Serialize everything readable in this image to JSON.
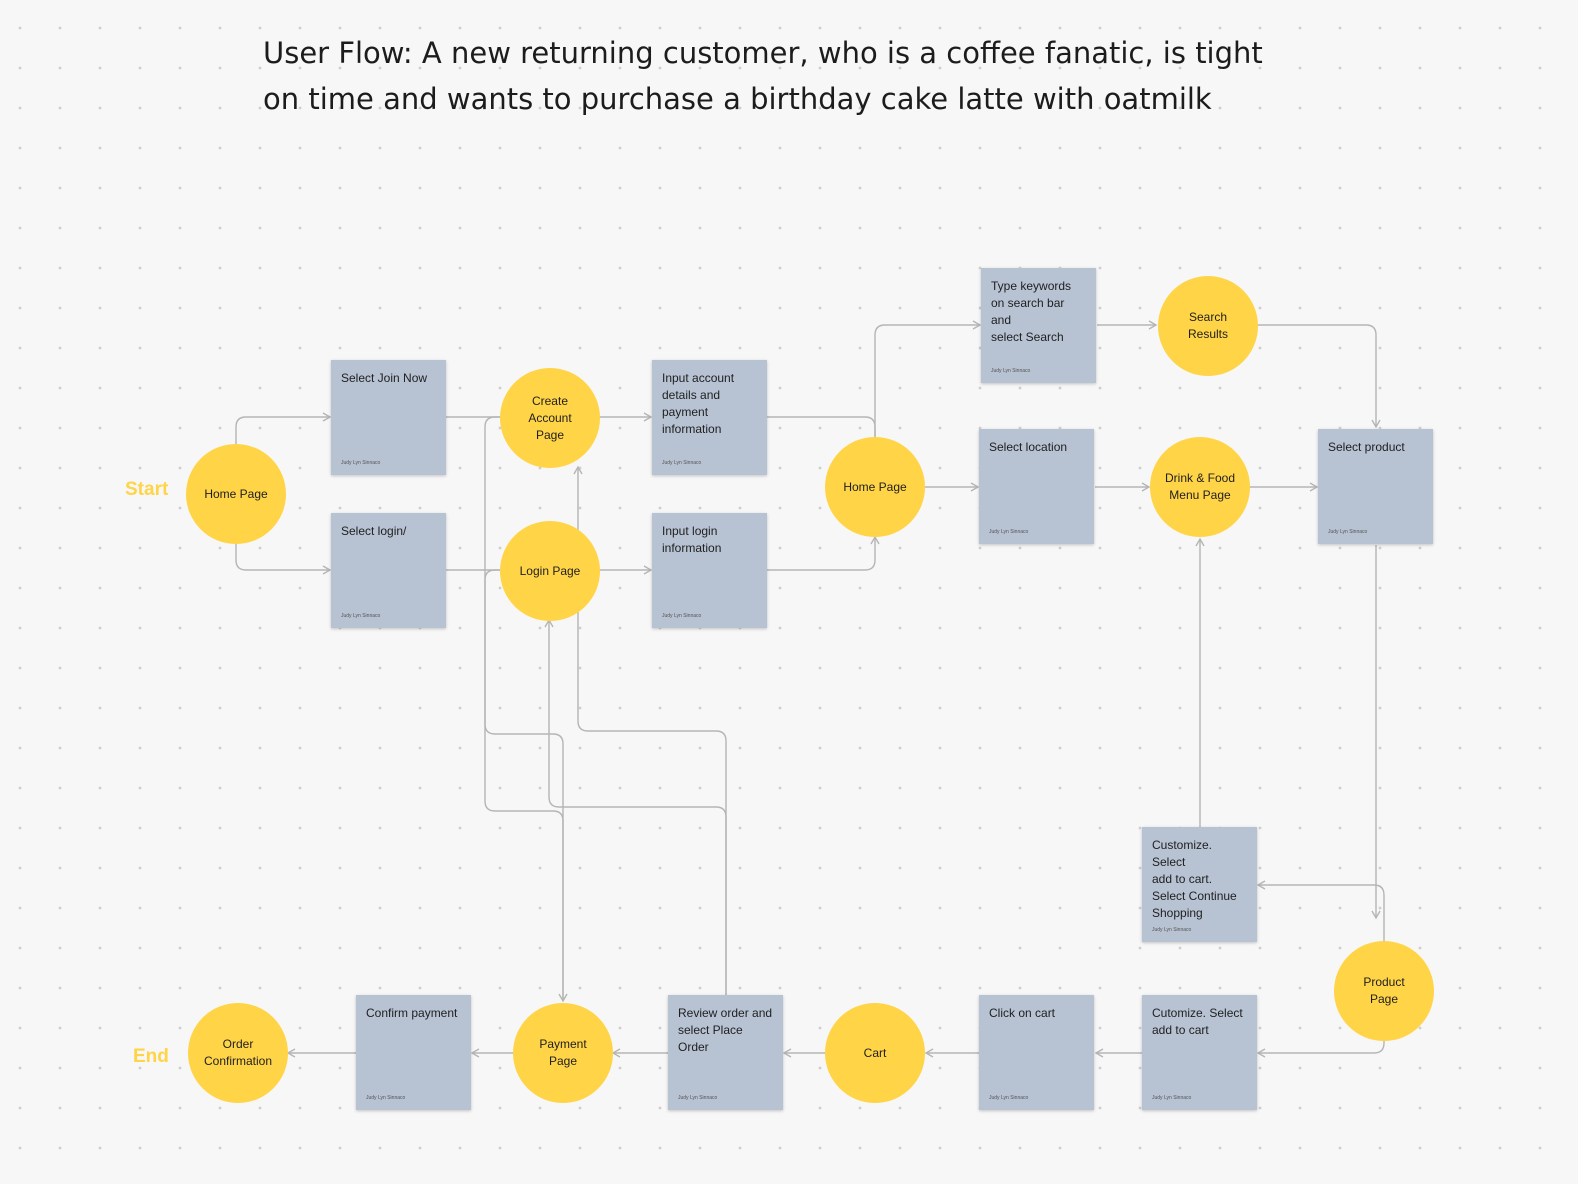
{
  "title": {
    "line1": "User Flow: A new returning customer, who is a coffee fanatic, is tight",
    "line2": "on time and wants to purchase a birthday cake latte with oatmilk"
  },
  "terminals": {
    "start": "Start",
    "end": "End"
  },
  "colors": {
    "circle": "#ffd447",
    "note": "#b7c2d3",
    "connector": "#b5b5b5",
    "terminal_label": "#ffd447"
  },
  "circles": {
    "home_page_1": "Home Page",
    "create_account_page": "Create\nAccount\nPage",
    "login_page": "Login Page",
    "home_page_2": "Home Page",
    "search_results": "Search\nResults",
    "drink_food_menu_page": "Drink & Food\nMenu Page",
    "product_page": "Product\nPage",
    "cart": "Cart",
    "payment_page": "Payment\nPage",
    "order_confirmation": "Order\nConfirmation"
  },
  "notes": {
    "author": "Judy Lyn Sinnaco",
    "select_join_now": "Select Join Now",
    "select_login": "Select login/",
    "input_account_details": "Input account\ndetails and\npayment\ninformation",
    "input_login_information": "Input login\ninformation",
    "type_keywords": "Type keywords\non search bar and\nselect Search",
    "select_location": "Select location",
    "select_product": "Select product",
    "customize_continue_shopping": "Customize. Select\nadd to cart.\nSelect Continue\nShopping",
    "customize_add_to_cart": "Cutomize. Select\nadd to cart",
    "click_on_cart": "Click on cart",
    "review_order": "Review order and\nselect Place\nOrder",
    "confirm_payment": "Confirm payment"
  }
}
